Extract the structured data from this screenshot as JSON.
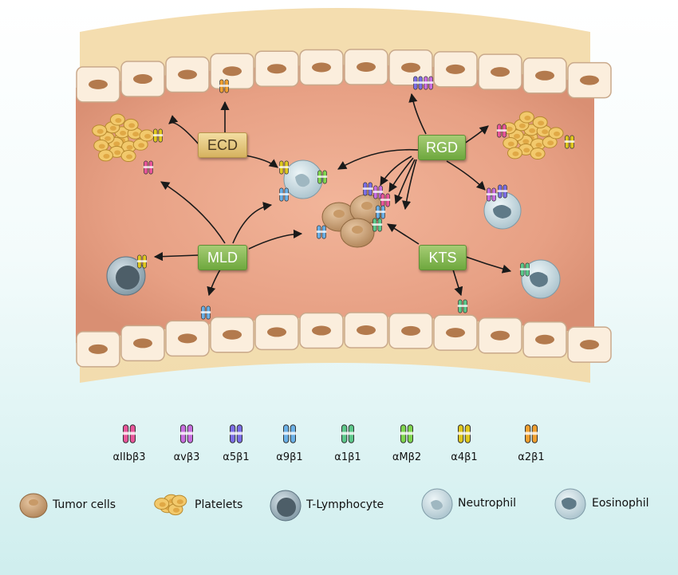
{
  "nodes": {
    "ecd": "ECD",
    "rgd": "RGD",
    "mld": "MLD",
    "kts": "KTS"
  },
  "integrins": [
    {
      "label": "αIIbβ3",
      "color": "#e8559a"
    },
    {
      "label": "αvβ3",
      "color": "#c86ee0"
    },
    {
      "label": "α5β1",
      "color": "#7b6ee6"
    },
    {
      "label": "α9β1",
      "color": "#6ab0e6"
    },
    {
      "label": "α1β1",
      "color": "#5cc88a"
    },
    {
      "label": "αMβ2",
      "color": "#7fd64e"
    },
    {
      "label": "α4β1",
      "color": "#e0c81e"
    },
    {
      "label": "α2β1",
      "color": "#f0a030"
    }
  ],
  "cell_types": [
    {
      "label": "Tumor cells",
      "icon": "tumor-cell-icon"
    },
    {
      "label": "Platelets",
      "icon": "platelets-icon"
    },
    {
      "label": "T-Lymphocyte",
      "icon": "t-lymphocyte-icon"
    },
    {
      "label": "Neutrophil",
      "icon": "neutrophil-icon"
    },
    {
      "label": "Eosinophil",
      "icon": "eosinophil-icon"
    }
  ]
}
